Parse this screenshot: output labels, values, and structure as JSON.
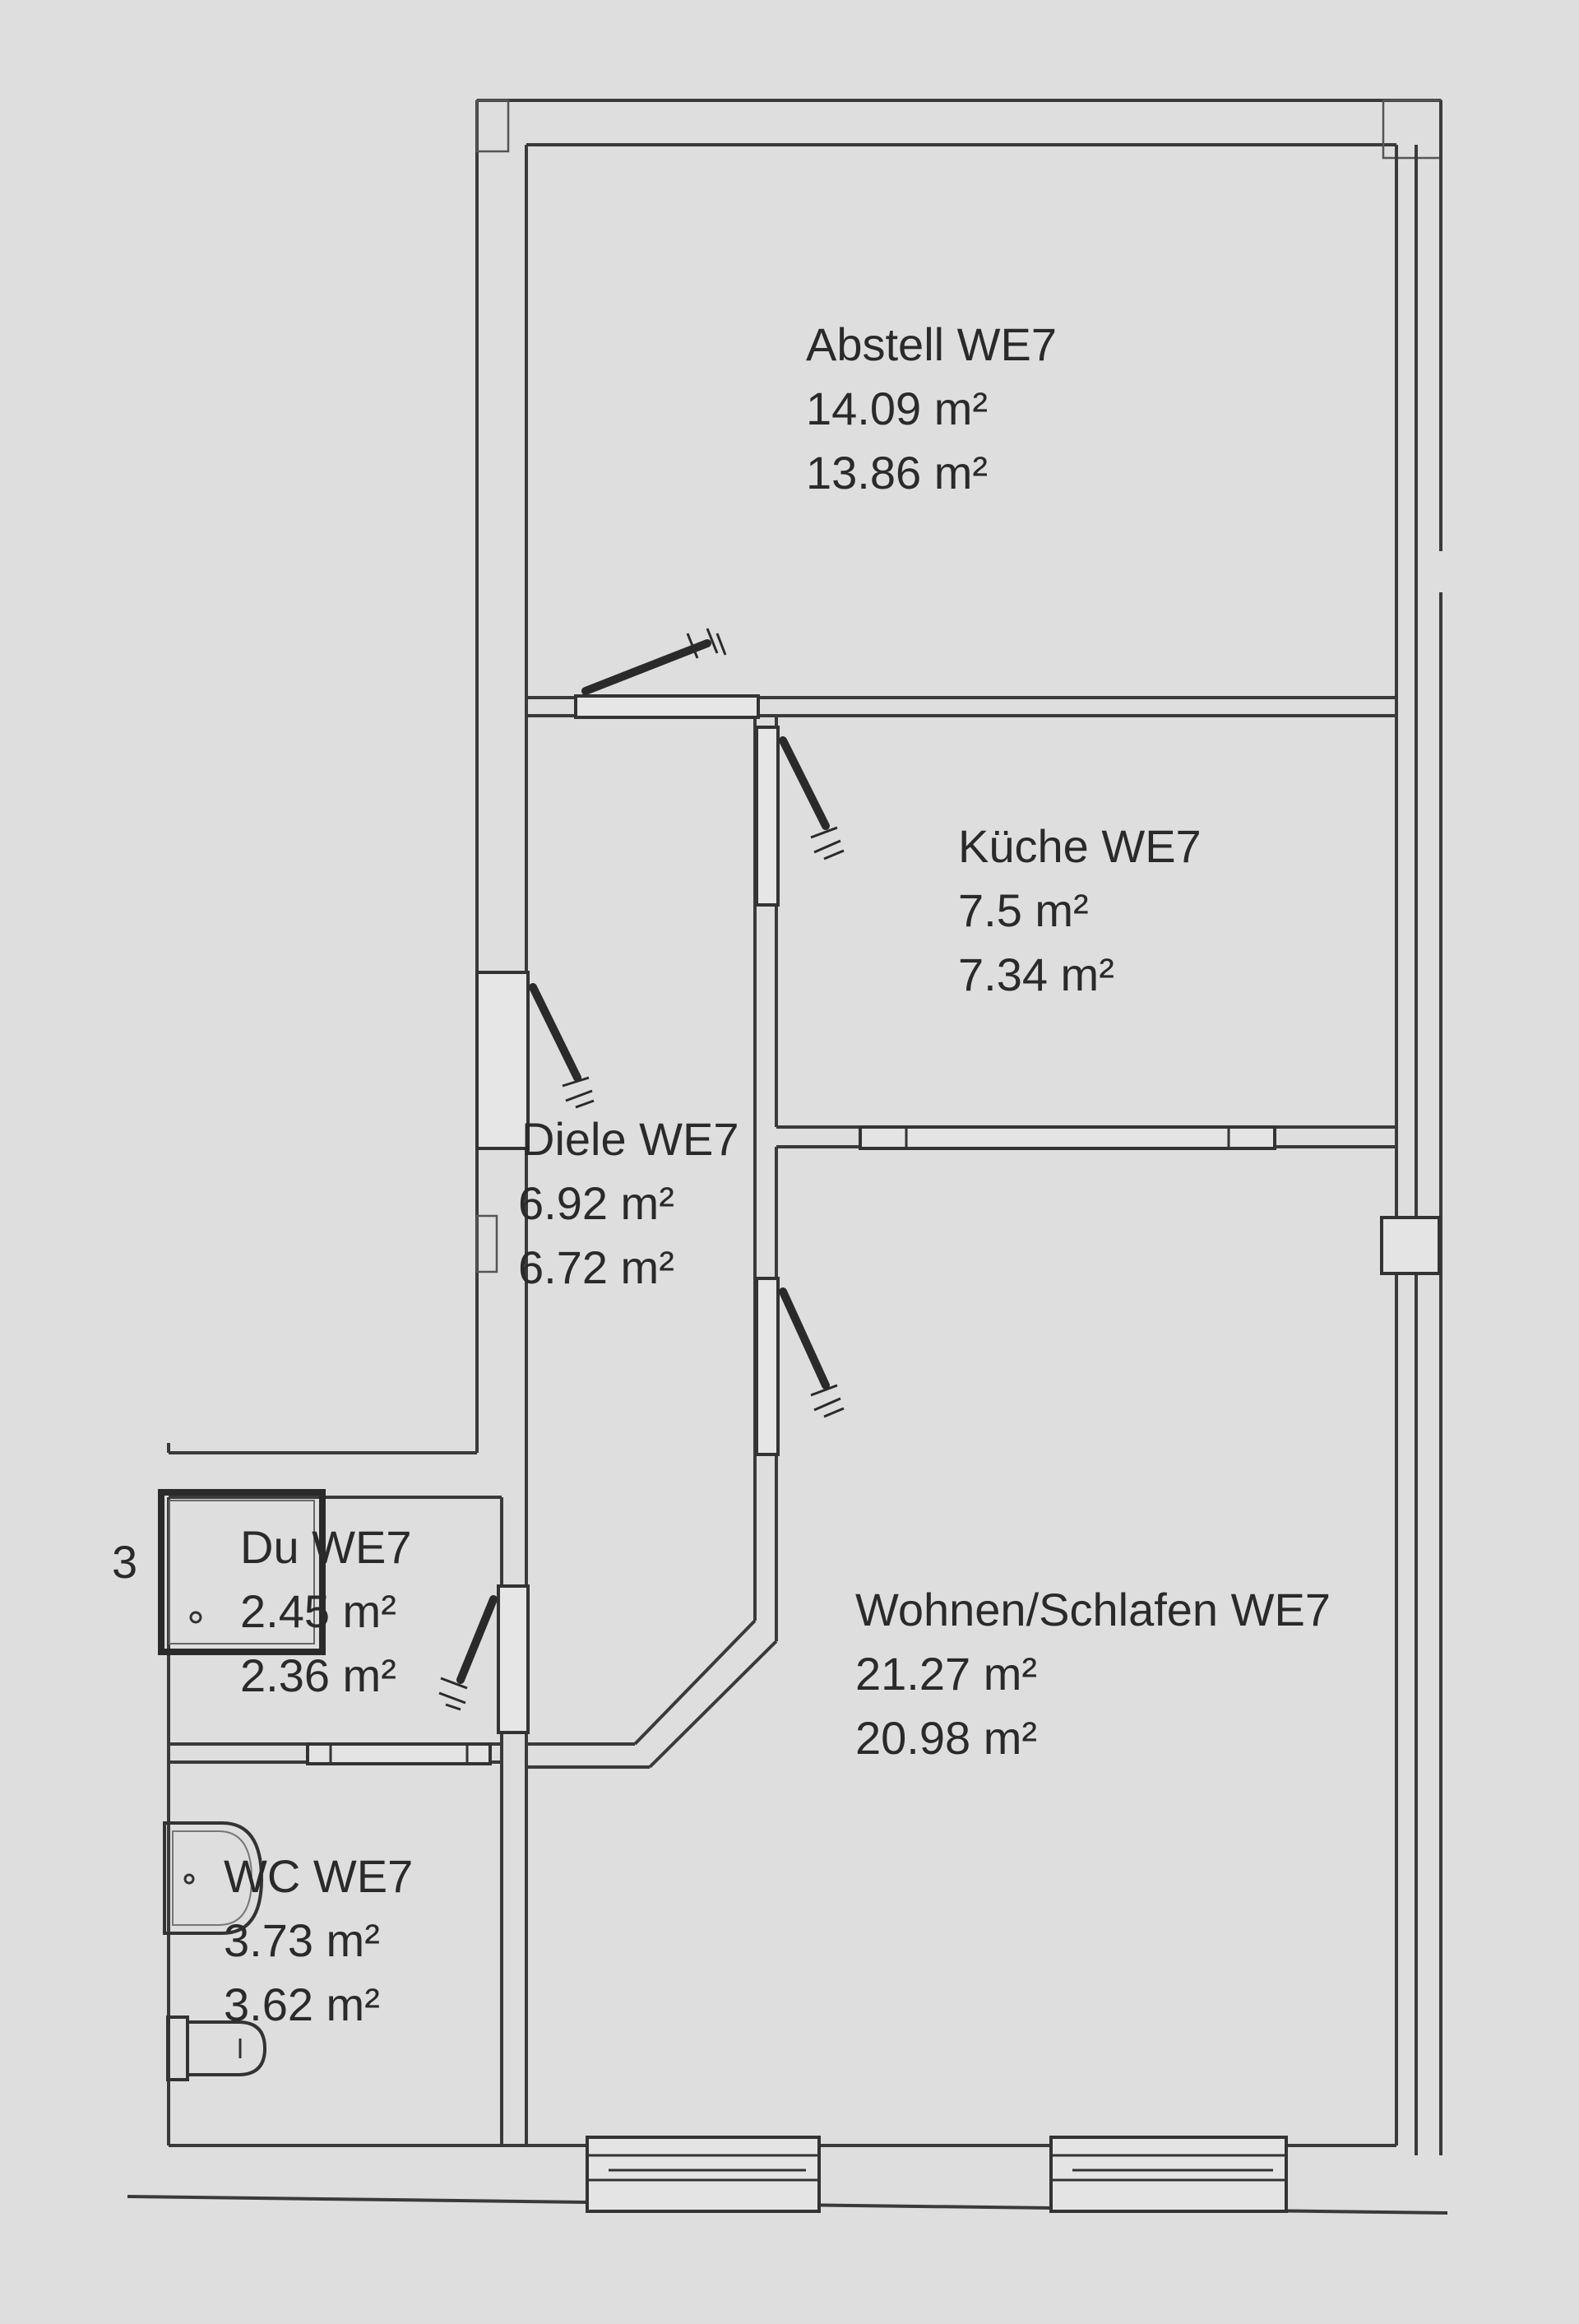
{
  "background_color": "#dedede",
  "line_color": "#3a3a3a",
  "text_color": "#2a2a2a",
  "rooms": [
    {
      "name": "Abstell WE7",
      "area_1": "14.09 m²",
      "area_2": "13.86 m²"
    },
    {
      "name": "Küche WE7",
      "area_1": "7.5 m²",
      "area_2": "7.34 m²"
    },
    {
      "name": "Diele WE7",
      "area_1": "6.92 m²",
      "area_2": "6.72 m²"
    },
    {
      "name": "Wohnen/Schlafen WE7",
      "area_1": "21.27 m²",
      "area_2": "20.98 m²"
    },
    {
      "name": "Du WE7",
      "area_1": "2.45 m²",
      "area_2": "2.36 m²"
    },
    {
      "name": "WC WE7",
      "area_1": "3.73 m²",
      "area_2": "3.62 m²"
    }
  ],
  "edge_fragment": "3"
}
